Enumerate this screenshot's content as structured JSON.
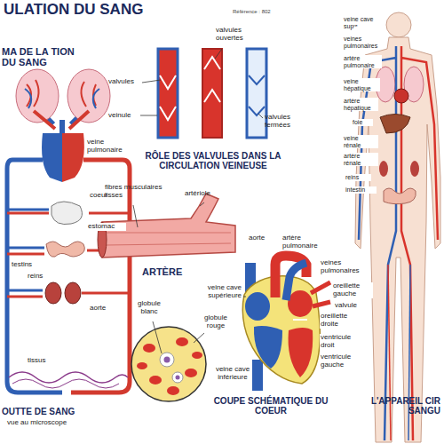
{
  "diagram": {
    "title": "ULATION DU SANG",
    "labels": [
      "Référence : 802",
      "MA DE LA TION DU SANG",
      "valvules",
      "valvules ouvertes",
      "veinule",
      "valvules fermées",
      "RÔLE DES VALVULES DANS LA CIRCULATION VEINEUSE",
      "veine pulmonaire",
      "coeur",
      "estomac",
      "fibres musculaires lisses",
      "artériole",
      "ARTÈRE",
      "testins",
      "reins",
      "aorte",
      "tissus",
      "globule blanc",
      "globule rouge",
      "OUTTE DE SANG",
      "vue au microscope",
      "aorte",
      "artère pulmonaire",
      "veines pulmonaires",
      "veine cave supérieure",
      "oreillette gauche",
      "valvule",
      "oreillette droite",
      "ventricule droit",
      "ventricule gauche",
      "veine cave inférieure",
      "COUPE SCHÉMATIQUE DU COEUR",
      "veine cave supʳᵉ",
      "veines pulmonaires",
      "artère pulmonaire",
      "veine hépatique",
      "artère hépatique",
      "foie",
      "veine rénale",
      "artère rénale",
      "reins",
      "intestin",
      "L'APPAREIL CIR SANGU"
    ]
  }
}
